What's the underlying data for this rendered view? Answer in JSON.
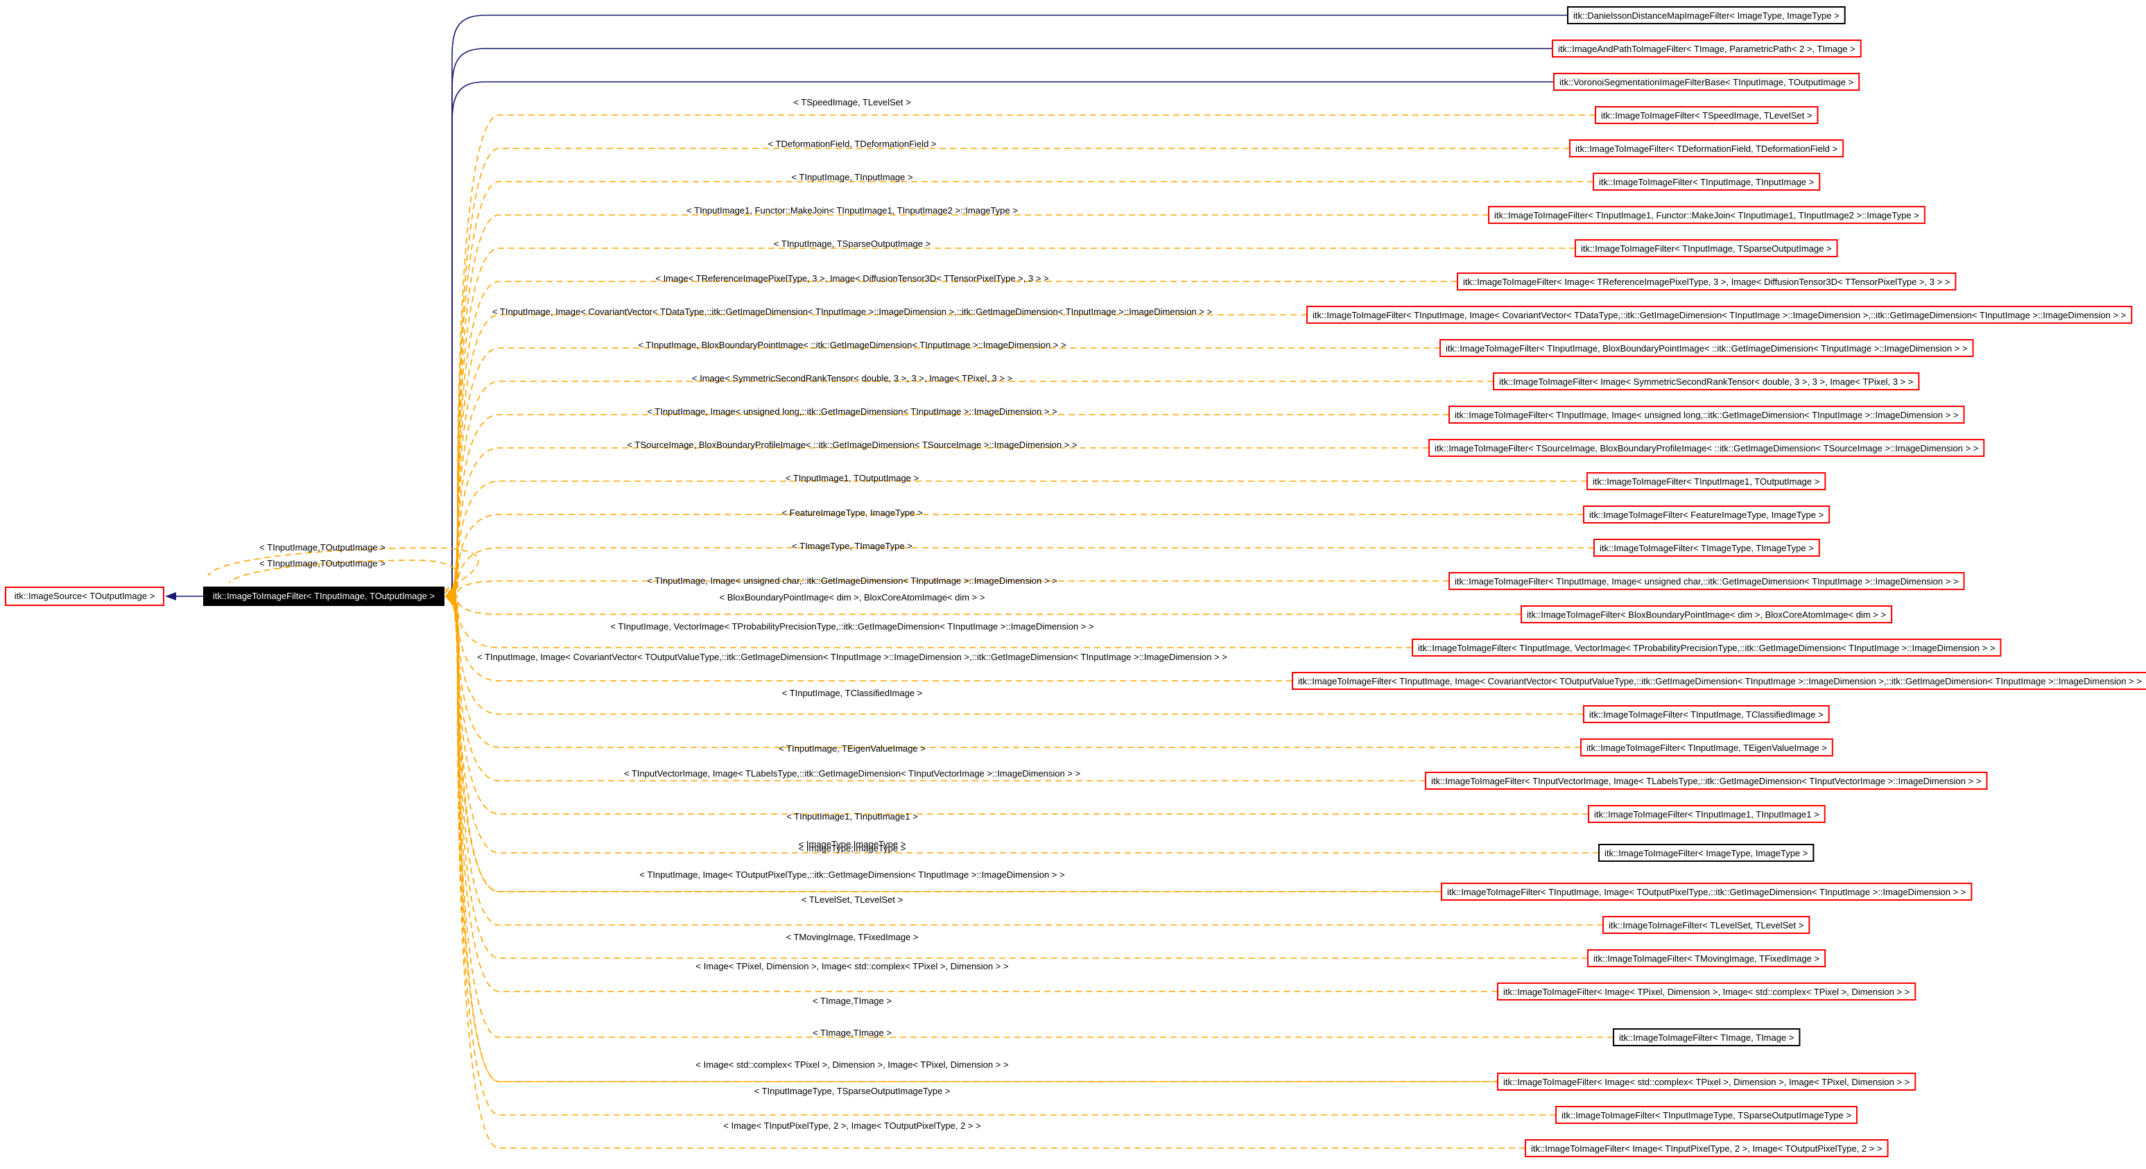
{
  "base": {
    "label": "itk::ImageSource< TOutputImage >"
  },
  "current": {
    "label": "itk::ImageToImageFilter< TInputImage, TOutputImage >"
  },
  "self_labels": [
    "< TInputImage,TOutputImage >",
    "< TInputImage,TOutputImage >"
  ],
  "derived": [
    {
      "label": "itk::DanielssonDistanceMapImageFilter< ImageType, ImageType >",
      "edge_label": "",
      "style": "solid",
      "border": "black"
    },
    {
      "label": "itk::ImageAndPathToImageFilter< TImage, ParametricPath< 2 >, TImage >",
      "edge_label": "",
      "style": "solid",
      "border": "red"
    },
    {
      "label": "itk::VoronoiSegmentationImageFilterBase< TInputImage, TOutputImage >",
      "edge_label": "",
      "style": "solid",
      "border": "red"
    },
    {
      "label": "itk::ImageToImageFilter< TSpeedImage, TLevelSet >",
      "edge_label": "< TSpeedImage, TLevelSet >",
      "style": "dashed",
      "border": "red"
    },
    {
      "label": "itk::ImageToImageFilter< TDeformationField, TDeformationField >",
      "edge_label": "< TDeformationField, TDeformationField >",
      "style": "dashed",
      "border": "red"
    },
    {
      "label": "itk::ImageToImageFilter< TInputImage, TInputImage >",
      "edge_label": "< TInputImage, TInputImage >",
      "style": "dashed",
      "border": "red"
    },
    {
      "label": "itk::ImageToImageFilter< TInputImage1, Functor::MakeJoin< TInputImage1, TInputImage2 >::ImageType >",
      "edge_label": "< TInputImage1, Functor::MakeJoin< TInputImage1, TInputImage2 >::ImageType >",
      "style": "dashed",
      "border": "red"
    },
    {
      "label": "itk::ImageToImageFilter< TInputImage, TSparseOutputImage >",
      "edge_label": "< TInputImage, TSparseOutputImage >",
      "style": "dashed",
      "border": "red"
    },
    {
      "label": "itk::ImageToImageFilter< Image< TReferenceImagePixelType, 3 >, Image< DiffusionTensor3D< TTensorPixelType >, 3 > >",
      "edge_label": "< Image< TReferenceImagePixelType, 3 >, Image< DiffusionTensor3D< TTensorPixelType >, 3 > >",
      "style": "dashed",
      "border": "red"
    },
    {
      "label": "itk::ImageToImageFilter< TInputImage, Image< CovariantVector< TDataType,::itk::GetImageDimension< TInputImage >::ImageDimension >,::itk::GetImageDimension< TInputImage >::ImageDimension > >",
      "edge_label": "< TInputImage, Image< CovariantVector< TDataType,::itk::GetImageDimension< TInputImage >::ImageDimension >,::itk::GetImageDimension< TInputImage >::ImageDimension > >",
      "style": "dashed",
      "border": "red"
    },
    {
      "label": "itk::ImageToImageFilter< TInputImage, BloxBoundaryPointImage< ::itk::GetImageDimension< TInputImage >::ImageDimension > >",
      "edge_label": "< TInputImage, BloxBoundaryPointImage< ::itk::GetImageDimension< TInputImage >::ImageDimension > >",
      "style": "dashed",
      "border": "red"
    },
    {
      "label": "itk::ImageToImageFilter< Image< SymmetricSecondRankTensor< double, 3 >, 3 >, Image< TPixel, 3 > >",
      "edge_label": "< Image< SymmetricSecondRankTensor< double, 3 >, 3 >, Image< TPixel, 3 > >",
      "style": "dashed",
      "border": "red"
    },
    {
      "label": "itk::ImageToImageFilter< TInputImage, Image< unsigned long,::itk::GetImageDimension< TInputImage >::ImageDimension > >",
      "edge_label": "< TInputImage, Image< unsigned long,::itk::GetImageDimension< TInputImage >::ImageDimension > >",
      "style": "dashed",
      "border": "red"
    },
    {
      "label": "itk::ImageToImageFilter< TSourceImage, BloxBoundaryProfileImage< ::itk::GetImageDimension< TSourceImage >::ImageDimension > >",
      "edge_label": "< TSourceImage, BloxBoundaryProfileImage< ::itk::GetImageDimension< TSourceImage >::ImageDimension > >",
      "style": "dashed",
      "border": "red"
    },
    {
      "label": "itk::ImageToImageFilter< TInputImage1, TOutputImage >",
      "edge_label": "< TInputImage1, TOutputImage >",
      "style": "dashed",
      "border": "red"
    },
    {
      "label": "itk::ImageToImageFilter< FeatureImageType, ImageType >",
      "edge_label": "< FeatureImageType, ImageType >",
      "style": "dashed",
      "border": "red"
    },
    {
      "label": "itk::ImageToImageFilter< TImageType, TImageType >",
      "edge_label": "< TImageType, TImageType >",
      "style": "dashed",
      "border": "red"
    },
    {
      "label": "itk::ImageToImageFilter< TInputImage, Image< unsigned char,::itk::GetImageDimension< TInputImage >::ImageDimension > >",
      "edge_label": "< TInputImage, Image< unsigned char,::itk::GetImageDimension< TInputImage >::ImageDimension > >",
      "style": "dashed",
      "border": "red"
    },
    {
      "label": "itk::ImageToImageFilter< BloxBoundaryPointImage< dim >, BloxCoreAtomImage< dim > >",
      "edge_label": "< BloxBoundaryPointImage< dim >, BloxCoreAtomImage< dim > >",
      "style": "dashed",
      "border": "red"
    },
    {
      "label": "itk::ImageToImageFilter< TInputImage, VectorImage< TProbabilityPrecisionType,::itk::GetImageDimension< TInputImage >::ImageDimension > >",
      "edge_label": "< TInputImage, VectorImage< TProbabilityPrecisionType,::itk::GetImageDimension< TInputImage >::ImageDimension > >",
      "style": "dashed",
      "border": "red"
    },
    {
      "label": "itk::ImageToImageFilter< TInputImage, Image< CovariantVector< TOutputValueType,::itk::GetImageDimension< TInputImage >::ImageDimension >,::itk::GetImageDimension< TInputImage >::ImageDimension > >",
      "edge_label": "< TInputImage, Image< CovariantVector< TOutputValueType,::itk::GetImageDimension< TInputImage >::ImageDimension >,::itk::GetImageDimension< TInputImage >::ImageDimension > >",
      "style": "dashed",
      "border": "red"
    },
    {
      "label": "itk::ImageToImageFilter< TInputImage, TClassifiedImage >",
      "edge_label": "< TInputImage, TClassifiedImage >",
      "style": "dashed",
      "border": "red"
    },
    {
      "label": "itk::ImageToImageFilter< TInputImage, TEigenValueImage >",
      "edge_label": "< TInputImage, TEigenValueImage >",
      "style": "dashed",
      "border": "red"
    },
    {
      "label": "itk::ImageToImageFilter< TInputVectorImage, Image< TLabelsType,::itk::GetImageDimension< TInputVectorImage >::ImageDimension > >",
      "edge_label": "< TInputVectorImage, Image< TLabelsType,::itk::GetImageDimension< TInputVectorImage >::ImageDimension > >",
      "style": "dashed",
      "border": "red"
    },
    {
      "label": "itk::ImageToImageFilter< TInputImage1, TInputImage1 >",
      "edge_label": "< TInputImage1, TInputImage1 >",
      "style": "dashed",
      "border": "red"
    },
    {
      "label": "itk::ImageToImageFilter< ImageType, ImageType >",
      "edge_label": "< ImageType,ImageType >",
      "style": "dashed",
      "border": "black"
    },
    {
      "label": "itk::ImageToImageFilter< TInputImage, Image< TOutputPixelType,::itk::GetImageDimension< TInputImage >::ImageDimension > >",
      "edge_label": "< TInputImage, Image< TOutputPixelType,::itk::GetImageDimension< TInputImage >::ImageDimension > >",
      "style": "dashed",
      "border": "red"
    },
    {
      "label": "itk::ImageToImageFilter< TLevelSet, TLevelSet >",
      "edge_label": "< TLevelSet, TLevelSet >",
      "style": "dashed",
      "border": "red"
    },
    {
      "label": "itk::ImageToImageFilter< TMovingImage, TFixedImage >",
      "edge_label": "< TMovingImage, TFixedImage >",
      "style": "dashed",
      "border": "red"
    },
    {
      "label": "itk::ImageToImageFilter< Image< TPixel, Dimension >, Image< std::complex< TPixel >, Dimension > >",
      "edge_label": "< Image< TPixel, Dimension >, Image< std::complex< TPixel >, Dimension > >",
      "style": "dashed",
      "border": "red"
    },
    {
      "label": "itk::ImageToImageFilter< TImage, TImage >",
      "edge_label": "< TImage,TImage >",
      "style": "dashed",
      "border": "black"
    },
    {
      "label": "itk::ImageToImageFilter< Image< std::complex< TPixel >, Dimension >, Image< TPixel, Dimension > >",
      "edge_label": "< Image< std::complex< TPixel >, Dimension >, Image< TPixel, Dimension > >",
      "style": "dashed",
      "border": "red"
    },
    {
      "label": "itk::ImageToImageFilter< TInputImageType, TSparseOutputImageType >",
      "edge_label": "< TInputImageType, TSparseOutputImageType >",
      "style": "dashed",
      "border": "red"
    },
    {
      "label": "itk::ImageToImageFilter< Image< TInputPixelType, 2 >, Image< TOutputPixelType, 2 > >",
      "edge_label": "< Image< TInputPixelType, 2 >, Image< TOutputPixelType, 2 > >",
      "style": "dashed",
      "border": "red"
    }
  ],
  "extra_edge_labels": [
    {
      "text": "< ImageType,ImageType >",
      "for_index": 26
    },
    {
      "text": "< TImage,TImage >",
      "for_index": 31
    }
  ],
  "colors": {
    "red_border": "#ff0000",
    "black_border": "#000000",
    "current_fill": "#000000",
    "inherit_edge": "#191970",
    "template_edge": "#ffa500"
  }
}
